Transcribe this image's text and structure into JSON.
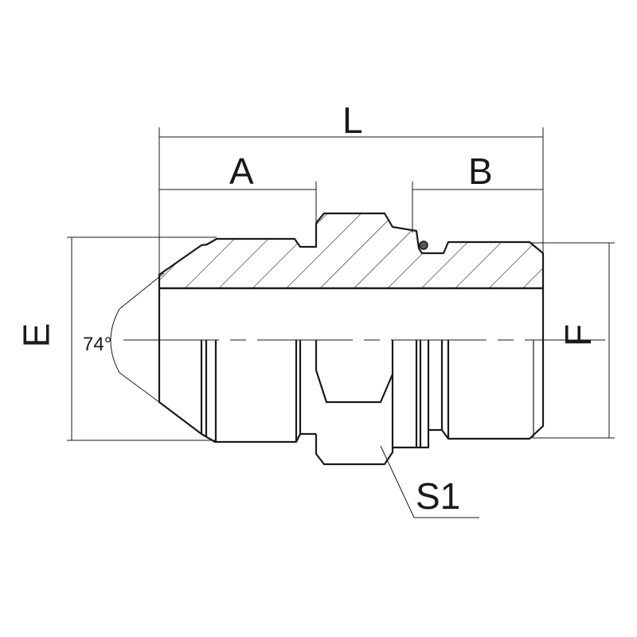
{
  "drawing": {
    "dimensions": {
      "overall_length": "L",
      "left_end_length": "A",
      "right_end_length": "B",
      "left_thread_diameter": "E",
      "right_thread_diameter": "F",
      "hex_size": "S1",
      "cone_angle": "74°"
    },
    "colors": {
      "line": "#1a1a1a",
      "background": "#ffffff"
    }
  }
}
